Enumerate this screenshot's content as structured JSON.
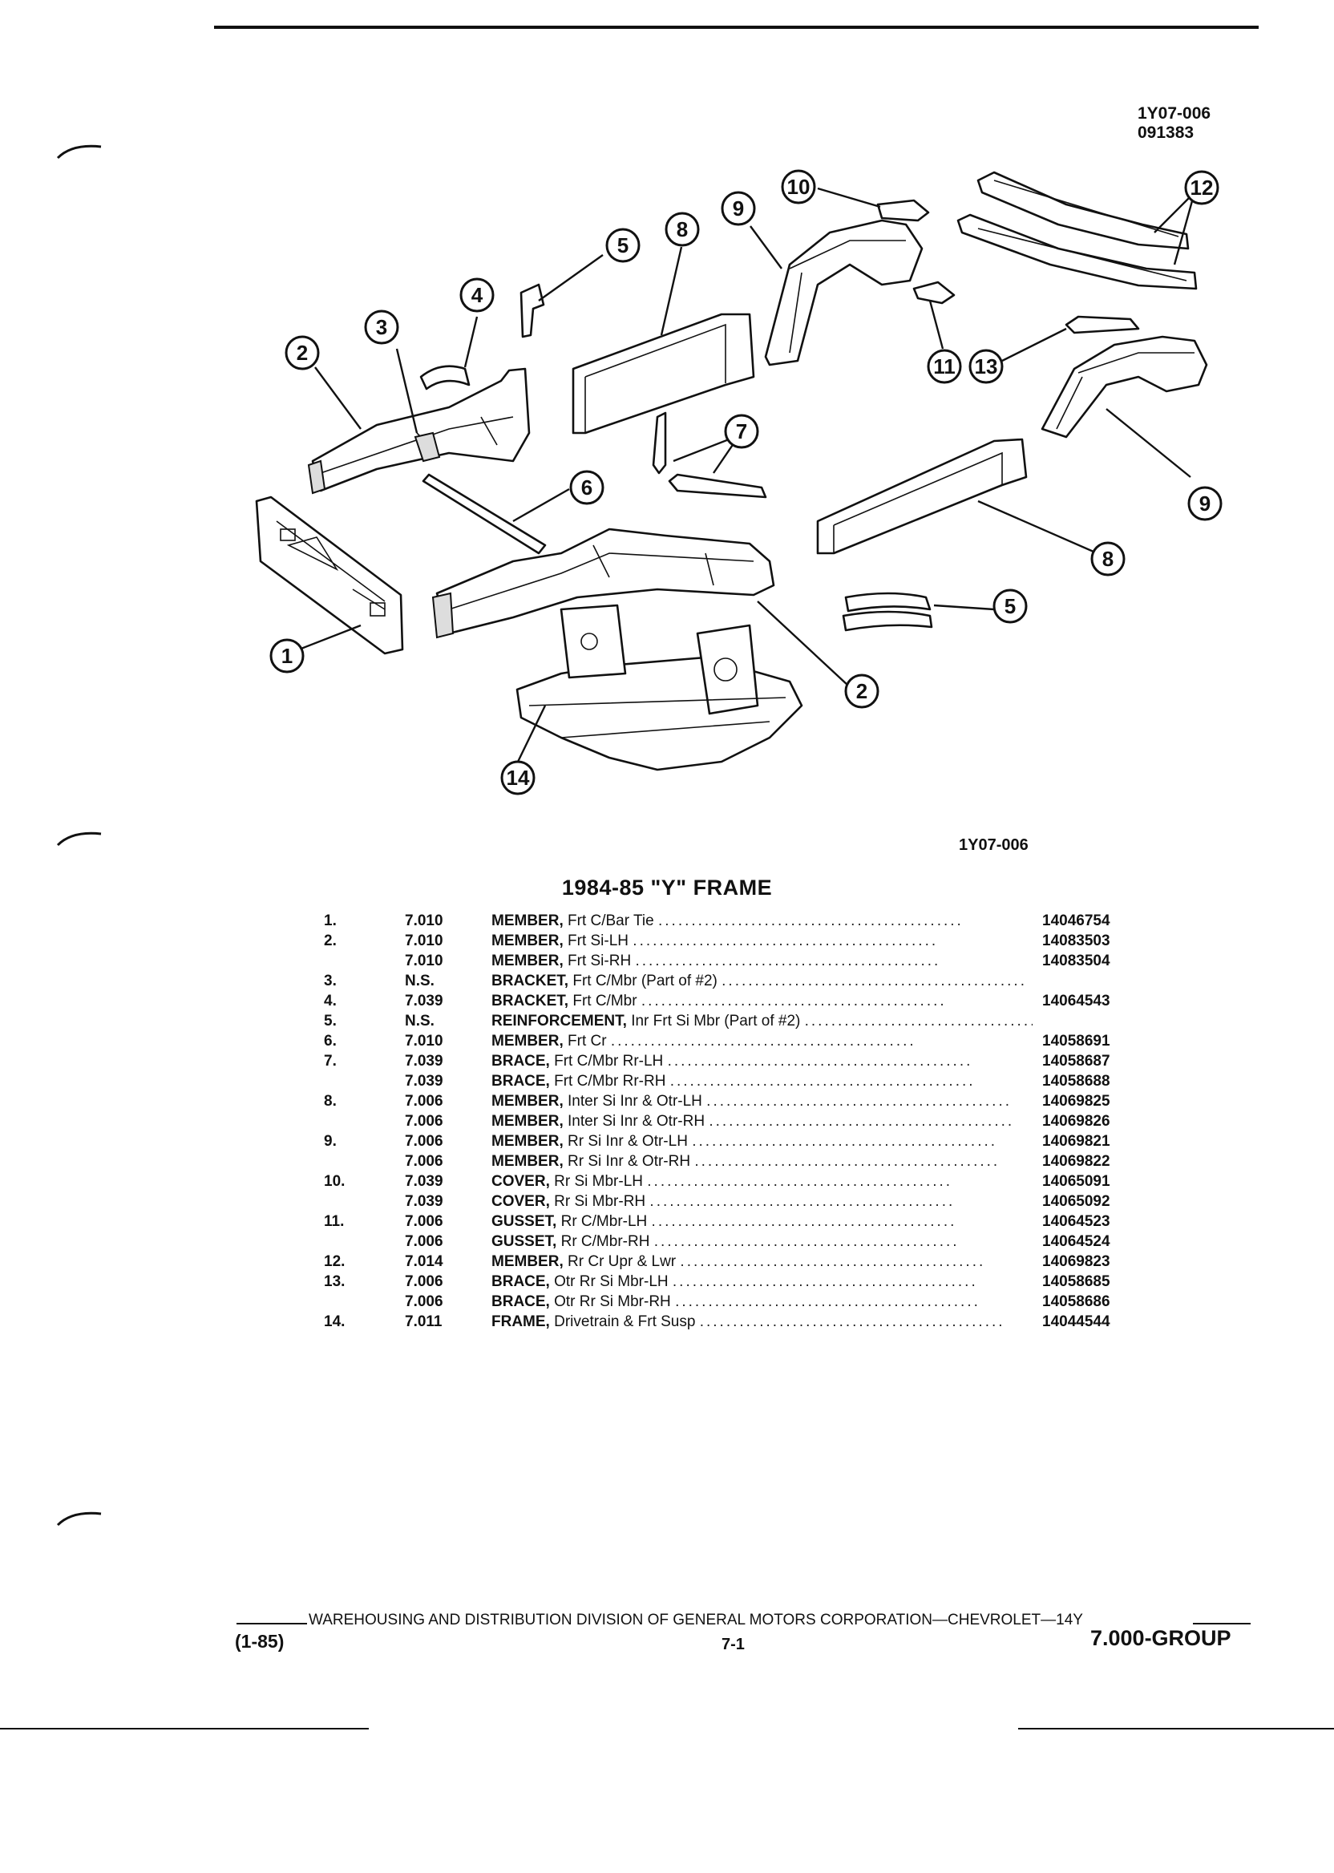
{
  "header": {
    "code": "1Y07-006",
    "date_code": "091383"
  },
  "diagram": {
    "figure_code": "1Y07-006",
    "callouts": [
      "1",
      "2",
      "3",
      "4",
      "5",
      "6",
      "7",
      "8",
      "9",
      "10",
      "11",
      "12",
      "13",
      "14",
      "2",
      "5",
      "8",
      "9"
    ]
  },
  "section": {
    "title": "1984-85 \"Y\" FRAME"
  },
  "parts": [
    {
      "num": "1.",
      "group": "7.010",
      "name": "MEMBER,",
      "detail": "Frt C/Bar Tie",
      "part_number": "14046754"
    },
    {
      "num": "2.",
      "group": "7.010",
      "name": "MEMBER,",
      "detail": "Frt Si-LH",
      "part_number": "14083503"
    },
    {
      "num": "",
      "group": "7.010",
      "name": "MEMBER,",
      "detail": "Frt Si-RH",
      "part_number": "14083504"
    },
    {
      "num": "3.",
      "group": "N.S.",
      "name": "BRACKET,",
      "detail": "Frt C/Mbr (Part of #2)",
      "part_number": ""
    },
    {
      "num": "4.",
      "group": "7.039",
      "name": "BRACKET,",
      "detail": "Frt C/Mbr",
      "part_number": "14064543"
    },
    {
      "num": "5.",
      "group": "N.S.",
      "name": "REINFORCEMENT,",
      "detail": "Inr Frt Si Mbr (Part of #2)",
      "part_number": ""
    },
    {
      "num": "6.",
      "group": "7.010",
      "name": "MEMBER,",
      "detail": "Frt Cr",
      "part_number": "14058691"
    },
    {
      "num": "7.",
      "group": "7.039",
      "name": "BRACE,",
      "detail": "Frt C/Mbr Rr-LH",
      "part_number": "14058687"
    },
    {
      "num": "",
      "group": "7.039",
      "name": "BRACE,",
      "detail": "Frt C/Mbr Rr-RH",
      "part_number": "14058688"
    },
    {
      "num": "8.",
      "group": "7.006",
      "name": "MEMBER,",
      "detail": "Inter Si Inr & Otr-LH",
      "part_number": "14069825"
    },
    {
      "num": "",
      "group": "7.006",
      "name": "MEMBER,",
      "detail": "Inter Si Inr & Otr-RH",
      "part_number": "14069826"
    },
    {
      "num": "9.",
      "group": "7.006",
      "name": "MEMBER,",
      "detail": "Rr Si Inr & Otr-LH",
      "part_number": "14069821"
    },
    {
      "num": "",
      "group": "7.006",
      "name": "MEMBER,",
      "detail": "Rr Si Inr & Otr-RH",
      "part_number": "14069822"
    },
    {
      "num": "10.",
      "group": "7.039",
      "name": "COVER,",
      "detail": "Rr Si Mbr-LH",
      "part_number": "14065091"
    },
    {
      "num": "",
      "group": "7.039",
      "name": "COVER,",
      "detail": "Rr Si Mbr-RH",
      "part_number": "14065092"
    },
    {
      "num": "11.",
      "group": "7.006",
      "name": "GUSSET,",
      "detail": "Rr C/Mbr-LH",
      "part_number": "14064523"
    },
    {
      "num": "",
      "group": "7.006",
      "name": "GUSSET,",
      "detail": "Rr C/Mbr-RH",
      "part_number": "14064524"
    },
    {
      "num": "12.",
      "group": "7.014",
      "name": "MEMBER,",
      "detail": "Rr Cr Upr & Lwr",
      "part_number": "14069823"
    },
    {
      "num": "13.",
      "group": "7.006",
      "name": "BRACE,",
      "detail": "Otr Rr Si Mbr-LH",
      "part_number": "14058685"
    },
    {
      "num": "",
      "group": "7.006",
      "name": "BRACE,",
      "detail": "Otr Rr Si Mbr-RH",
      "part_number": "14058686"
    },
    {
      "num": "14.",
      "group": "7.011",
      "name": "FRAME,",
      "detail": "Drivetrain & Frt Susp",
      "part_number": "14044544"
    }
  ],
  "footer": {
    "org_line": "WAREHOUSING AND DISTRIBUTION DIVISION OF GENERAL MOTORS CORPORATION—CHEVROLET—14Y",
    "revision": "(1-85)",
    "page": "7-1",
    "group": "7.000-GROUP"
  }
}
